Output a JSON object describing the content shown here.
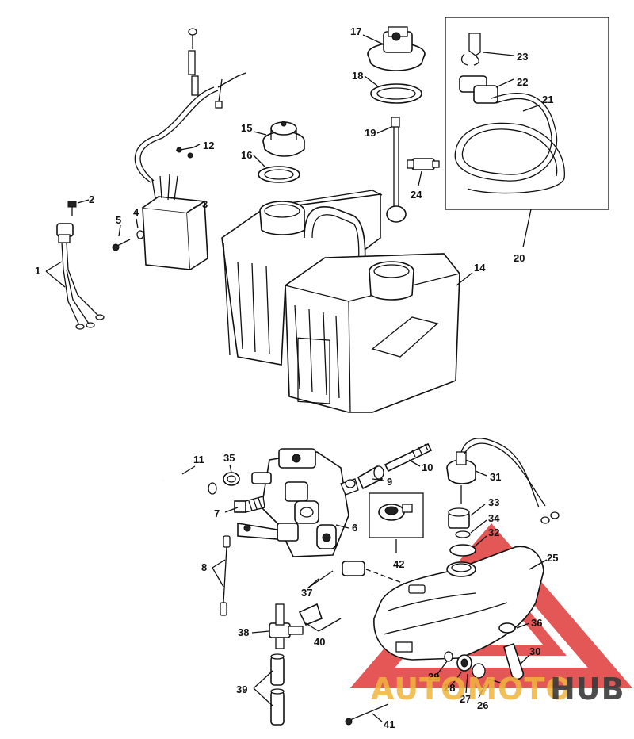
{
  "watermark": {
    "text_a": "AUTOMOTO",
    "text_b": "HUB",
    "color_a": "#f0b43c",
    "color_b": "#3a3a3a",
    "logo_color": "#e03a3a"
  },
  "callouts": {
    "c1": "1",
    "c2": "2",
    "c3": "3",
    "c4": "4",
    "c5": "5",
    "c6": "6",
    "c7": "7",
    "c8": "8",
    "c9": "9",
    "c10": "10",
    "c11": "11",
    "c12": "12",
    "c14": "14",
    "c15": "15",
    "c16": "16",
    "c17": "17",
    "c18": "18",
    "c19": "19",
    "c20": "20",
    "c21": "21",
    "c22": "22",
    "c23": "23",
    "c24": "24",
    "c25": "25",
    "c26": "26",
    "c27": "27",
    "c28": "28",
    "c29": "29",
    "c30": "30",
    "c31": "31",
    "c32": "32",
    "c33": "33",
    "c34": "34",
    "c35": "35",
    "c36": "36",
    "c37": "37",
    "c38": "38",
    "c39": "39",
    "c40": "40",
    "c41": "41",
    "c42": "42"
  }
}
